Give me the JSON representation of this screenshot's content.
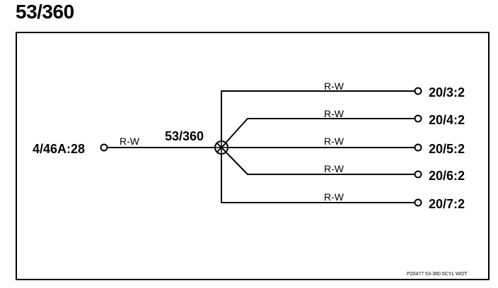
{
  "title": "53/360",
  "splice": {
    "label": "53/360"
  },
  "source": {
    "label": "4/46A:28",
    "wire": "R-W"
  },
  "branches": [
    {
      "wire": "R-W",
      "terminal": "20/3:2"
    },
    {
      "wire": "R-W",
      "terminal": "20/4:2"
    },
    {
      "wire": "R-W",
      "terminal": "20/5:2"
    },
    {
      "wire": "R-W",
      "terminal": "20/6:2"
    },
    {
      "wire": "R-W",
      "terminal": "20/7:2"
    }
  ],
  "reference": "P20477  53-360  5CYL  WOT",
  "colors": {
    "line": "#000000",
    "background": "#ffffff"
  }
}
